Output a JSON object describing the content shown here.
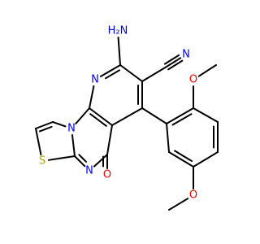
{
  "colors": {
    "carbon_bond": "#000000",
    "nitrogen": "#0000ff",
    "oxygen": "#ff0000",
    "sulfur": "#b8a800",
    "background": "#ffffff"
  },
  "atoms": [
    {
      "id": "c_thz5",
      "label": ""
    },
    {
      "id": "c_thz4",
      "label": ""
    },
    {
      "id": "n_bridge",
      "label": "N",
      "color": "nitrogen"
    },
    {
      "id": "s_thz",
      "label": "S",
      "color": "sulfur"
    },
    {
      "id": "c_thz2",
      "label": ""
    },
    {
      "id": "n_pyrim",
      "label": "N",
      "color": "nitrogen"
    },
    {
      "id": "c_carbonyl",
      "label": ""
    },
    {
      "id": "o_carbonyl",
      "label": "O",
      "color": "oxygen"
    },
    {
      "id": "c_4a",
      "label": ""
    },
    {
      "id": "c_10a",
      "label": ""
    },
    {
      "id": "n_pyridine",
      "label": "N",
      "color": "nitrogen"
    },
    {
      "id": "c_amino",
      "label": ""
    },
    {
      "id": "n_amino",
      "label": "NH2",
      "display": "H₂N",
      "color": "nitrogen"
    },
    {
      "id": "c_cn",
      "label": ""
    },
    {
      "id": "c_nitrile",
      "label": ""
    },
    {
      "id": "n_nitrile",
      "label": "N",
      "color": "nitrogen"
    },
    {
      "id": "c_aryl_attach",
      "label": ""
    },
    {
      "id": "ar_c1",
      "label": ""
    },
    {
      "id": "ar_c2",
      "label": ""
    },
    {
      "id": "o_ome2",
      "label": "O",
      "color": "oxygen"
    },
    {
      "id": "c_me2",
      "label": ""
    },
    {
      "id": "ar_c3",
      "label": ""
    },
    {
      "id": "ar_c4",
      "label": ""
    },
    {
      "id": "ar_c5",
      "label": ""
    },
    {
      "id": "o_ome5",
      "label": "O",
      "color": "oxygen"
    },
    {
      "id": "c_me5",
      "label": ""
    },
    {
      "id": "ar_c6",
      "label": ""
    }
  ],
  "bonds": [
    {
      "a": "c_thz5",
      "b": "c_thz4",
      "order": 2
    },
    {
      "a": "c_thz4",
      "b": "n_bridge",
      "order": 1
    },
    {
      "a": "c_thz5",
      "b": "s_thz",
      "order": 1
    },
    {
      "a": "s_thz",
      "b": "c_thz2",
      "order": 1
    },
    {
      "a": "c_thz2",
      "b": "n_bridge",
      "order": 1
    },
    {
      "a": "c_thz2",
      "b": "n_pyrim",
      "order": 2
    },
    {
      "a": "n_pyrim",
      "b": "c_carbonyl",
      "order": 1
    },
    {
      "a": "c_carbonyl",
      "b": "o_carbonyl",
      "order": 2
    },
    {
      "a": "c_carbonyl",
      "b": "c_4a",
      "order": 1
    },
    {
      "a": "c_4a",
      "b": "c_10a",
      "order": 2
    },
    {
      "a": "c_10a",
      "b": "n_bridge",
      "order": 1
    },
    {
      "a": "c_10a",
      "b": "n_pyridine",
      "order": 1
    },
    {
      "a": "n_pyridine",
      "b": "c_amino",
      "order": 2
    },
    {
      "a": "c_amino",
      "b": "n_amino",
      "order": 1
    },
    {
      "a": "c_amino",
      "b": "c_cn",
      "order": 1
    },
    {
      "a": "c_cn",
      "b": "c_nitrile",
      "order": 1
    },
    {
      "a": "c_nitrile",
      "b": "n_nitrile",
      "order": 3
    },
    {
      "a": "c_cn",
      "b": "c_aryl_attach",
      "order": 2
    },
    {
      "a": "c_aryl_attach",
      "b": "c_4a",
      "order": 1
    },
    {
      "a": "c_aryl_attach",
      "b": "ar_c1",
      "order": 1
    },
    {
      "a": "ar_c1",
      "b": "ar_c2",
      "order": 2
    },
    {
      "a": "ar_c2",
      "b": "o_ome2",
      "order": 1
    },
    {
      "a": "o_ome2",
      "b": "c_me2",
      "order": 1
    },
    {
      "a": "ar_c2",
      "b": "ar_c3",
      "order": 1
    },
    {
      "a": "ar_c3",
      "b": "ar_c4",
      "order": 2
    },
    {
      "a": "ar_c4",
      "b": "ar_c5",
      "order": 1
    },
    {
      "a": "ar_c5",
      "b": "o_ome5",
      "order": 1
    },
    {
      "a": "o_ome5",
      "b": "c_me5",
      "order": 1
    },
    {
      "a": "ar_c5",
      "b": "ar_c6",
      "order": 2
    },
    {
      "a": "ar_c6",
      "b": "ar_c1",
      "order": 1
    }
  ]
}
